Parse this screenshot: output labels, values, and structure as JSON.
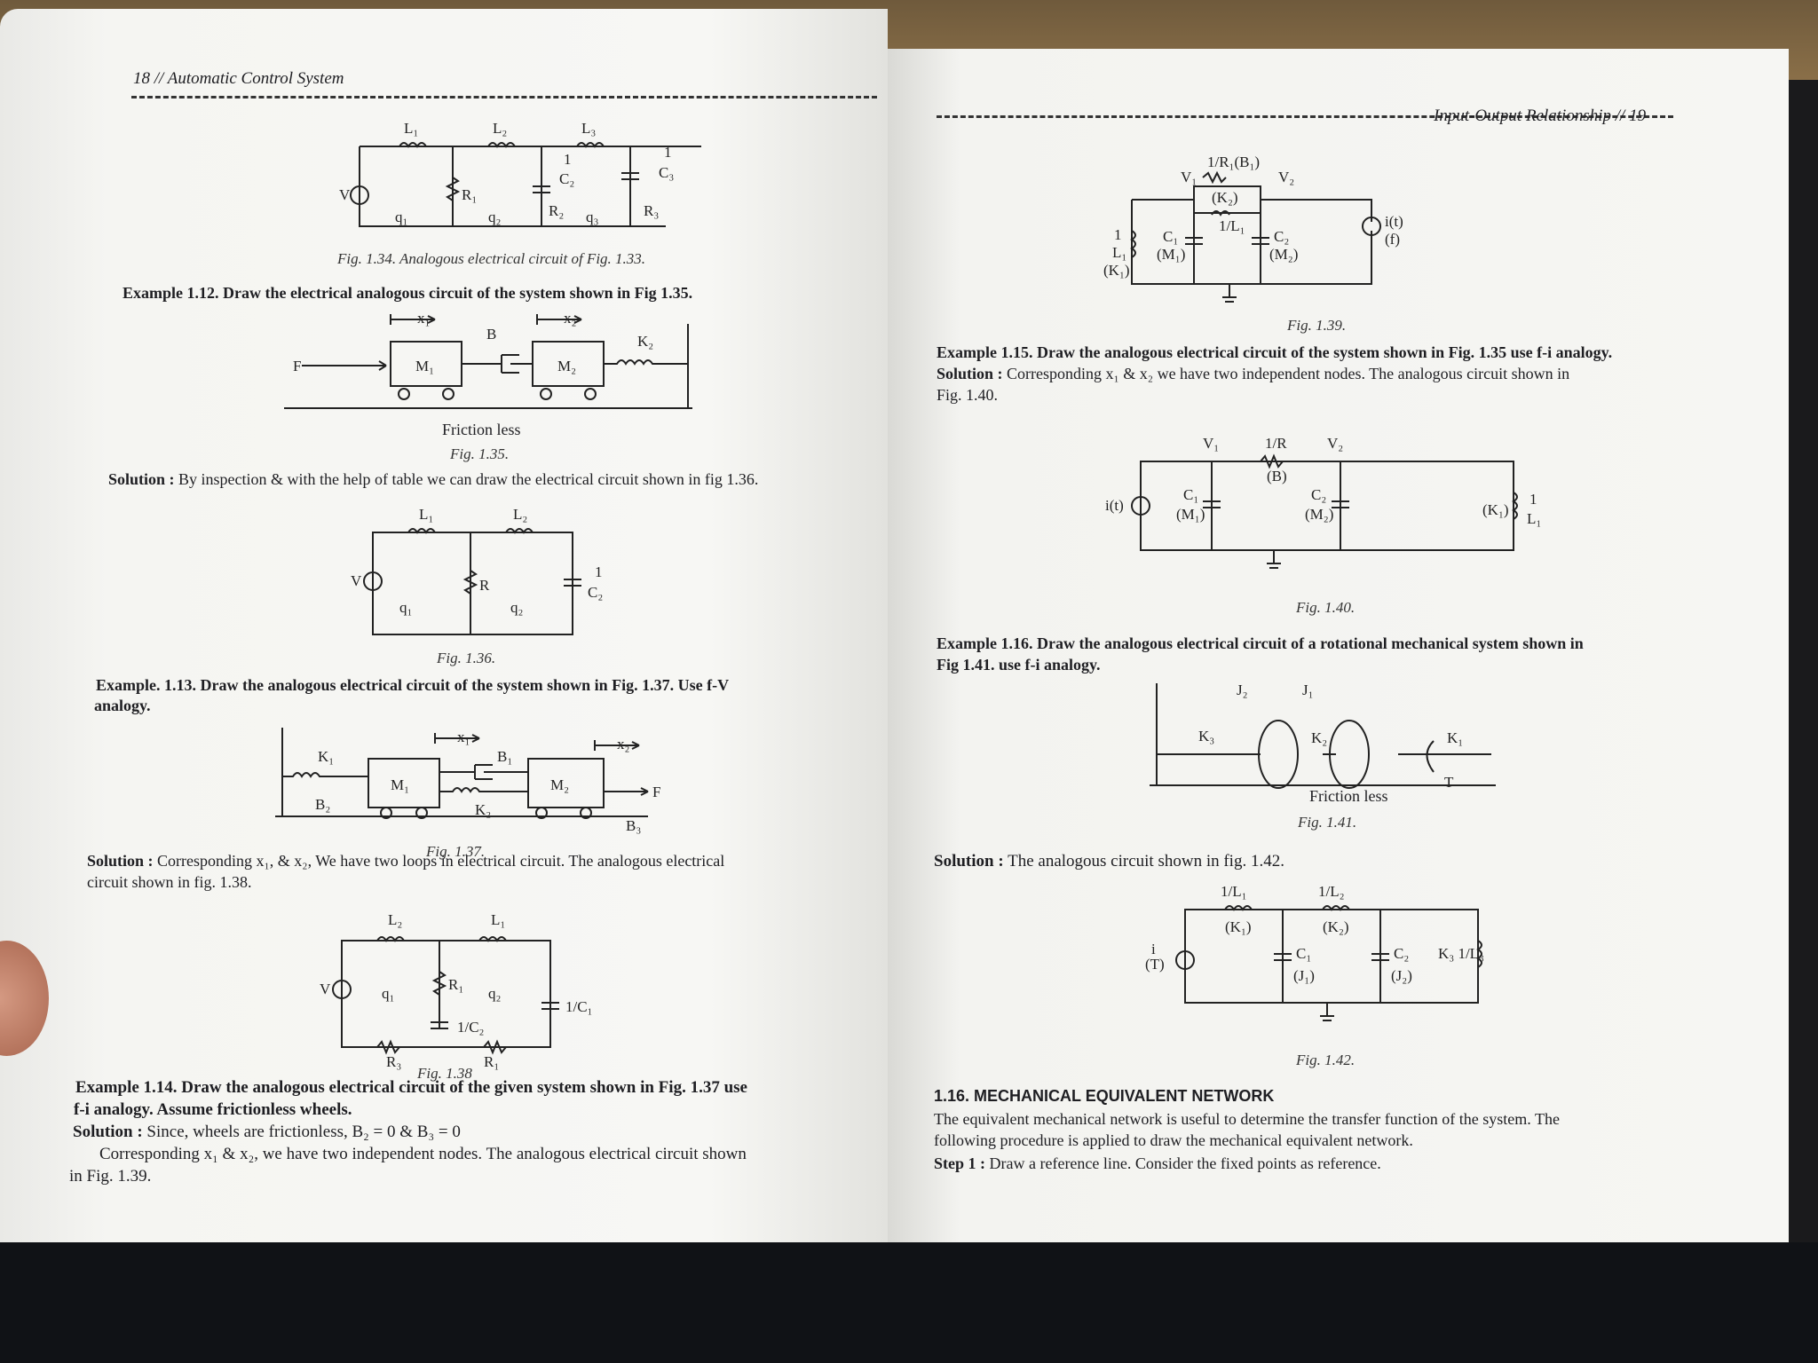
{
  "left_page": {
    "header": "18 // Automatic Control System",
    "fig134_caption": "Fig. 1.34. Analogous electrical circuit of Fig. 1.33.",
    "ex112_title": "Example 1.12. Draw the electrical analogous circuit of the system shown in Fig 1.35.",
    "fig135_caption": "Fig. 1.35.",
    "friction_less": "Friction less",
    "ex112_solution_label": "Solution :",
    "ex112_solution_text": "By inspection & with the help of table we can draw the electrical circuit shown in fig 1.36.",
    "fig136_caption": "Fig. 1.36.",
    "ex113_title_line1": "Example. 1.13. Draw the analogous electrical circuit of the system shown in Fig. 1.37. Use f-V",
    "ex113_title_line2": "analogy.",
    "fig137_caption": "Fig. 1.37.",
    "ex113_solution_label": "Solution :",
    "ex113_solution_line1": "Corresponding x₁, & x₂, We have two loops in electrical circuit. The analogous electrical",
    "ex113_solution_line2": "circuit shown in fig. 1.38.",
    "fig138_caption": "Fig. 1.38",
    "ex114_title_line1": "Example 1.14. Draw the analogous electrical circuit of the given system shown in Fig. 1.37 use",
    "ex114_title_line2": "f-i analogy. Assume frictionless wheels.",
    "ex114_solution_label": "Solution :",
    "ex114_solution_line1": "Since, wheels are frictionless, B₂ = 0 & B₃ = 0",
    "ex114_solution_line2": "Corresponding x₁ & x₂, we have two independent nodes. The analogous electrical circuit shown",
    "ex114_solution_line3": "in Fig. 1.39."
  },
  "right_page": {
    "header": "Input-Output Relationship // 19",
    "fig139_caption": "Fig. 1.39.",
    "ex115_title": "Example 1.15. Draw the analogous electrical circuit of the system shown in Fig. 1.35 use f-i analogy.",
    "ex115_solution_label": "Solution :",
    "ex115_solution_line1": "Corresponding x₁ & x₂ we have two independent nodes. The analogous circuit shown in",
    "ex115_solution_line2": "Fig. 1.40.",
    "fig140_caption": "Fig. 1.40.",
    "ex116_title_line1": "Example 1.16. Draw the analogous electrical circuit of a rotational mechanical system shown in",
    "ex116_title_line2": "Fig 1.41. use f-i analogy.",
    "friction_less": "Friction less",
    "fig141_caption": "Fig. 1.41.",
    "ex116_solution_label": "Solution :",
    "ex116_solution_text": "The analogous circuit shown in fig. 1.42.",
    "fig142_caption": "Fig. 1.42.",
    "section_title": "1.16. MECHANICAL EQUIVALENT NETWORK",
    "section_line1": "The equivalent mechanical network is useful to determine the transfer function of the system. The",
    "section_line2": "following procedure is applied to draw the mechanical equivalent network.",
    "step1_label": "Step 1 :",
    "step1_text": "Draw a reference line. Consider the fixed points as reference."
  },
  "figure_labels": {
    "L1": "L₁",
    "L2": "L₂",
    "L3": "L₃",
    "R": "R",
    "R1": "R₁",
    "R2": "R₂",
    "R3": "R₃",
    "V": "V",
    "q1": "q₁",
    "q2": "q₂",
    "q3": "q₃",
    "one": "1",
    "C2": "C₂",
    "C3": "C₃",
    "C1": "C₁",
    "x1": "x₁",
    "x2": "x₂",
    "F": "F",
    "B": "B",
    "B1": "B₁",
    "B2": "B₂",
    "B3": "B₃",
    "M1": "M₁",
    "M2": "M₂",
    "K1": "K₁",
    "K2": "K₂",
    "K3": "K₃",
    "inv_C1": "1/C₁",
    "inv_C2": "1/C₂",
    "inv_R1B1": "1/R₁(B₁)",
    "V1": "V₁",
    "V2": "V₂",
    "K2p": "(K₂)",
    "inv_L1": "1/L₁",
    "inv_L2": "1/L₂",
    "K1p": "(K₁)",
    "M1p": "(M₁)",
    "M2p": "(M₂)",
    "it": "i(t)",
    "f_paren": "(f)",
    "inv_R": "1/R",
    "Bp": "(B)",
    "J1": "J₁",
    "J2": "J₂",
    "T": "T",
    "J1p": "(J₁)",
    "J2p": "(J₂)",
    "i_label": "i",
    "T_paren": "(T)",
    "K3_inv_L3": "K₃ 1/L₃",
    "L1_small": "L₁"
  }
}
